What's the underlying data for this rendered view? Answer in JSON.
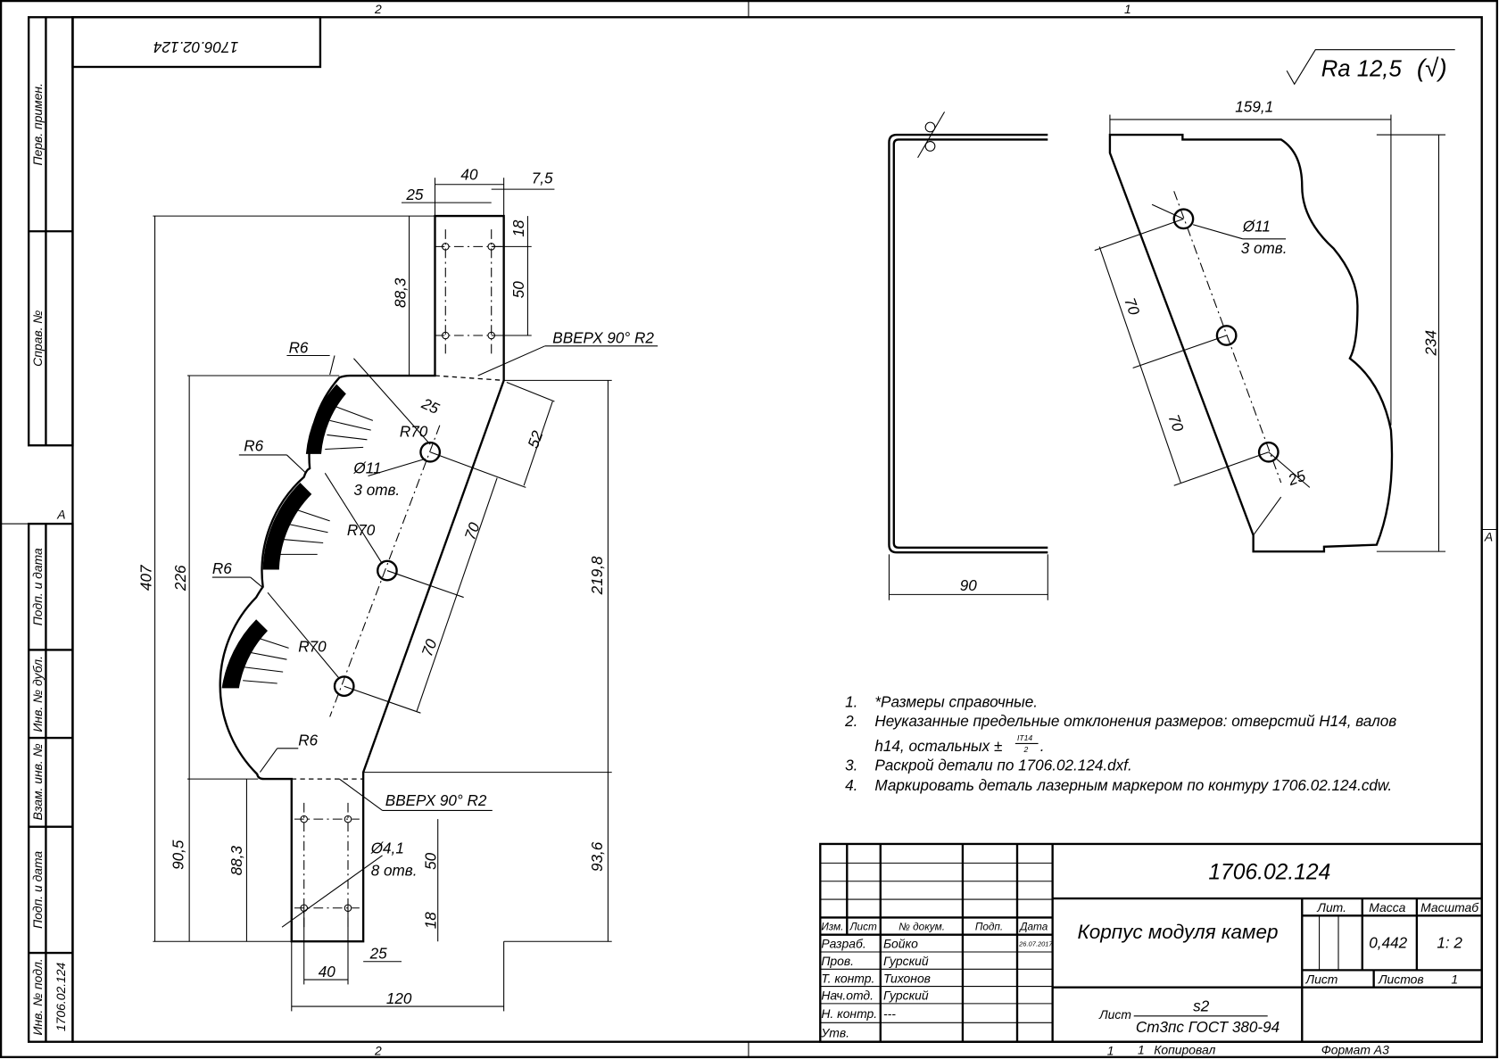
{
  "zones": {
    "top_left": "2",
    "top_right": "1",
    "bottom_left": "2",
    "bottom_right": "1",
    "left_row": "A",
    "right_row": "A"
  },
  "top_stamp": "1706.02.124",
  "side_strip": [
    "Перв. примен.",
    "Справ. №",
    "Подп. и дата",
    "Инв. № дубл.",
    "Взам. инв. №",
    "Подп. и дата",
    "Инв. № подл.",
    "1706.02.124"
  ],
  "roughness": "Ra 12,5",
  "dims": [
    "40",
    "7,5",
    "25",
    "18",
    "50",
    "88,3",
    "R6",
    "ВВЕРХ 90° R2",
    "R70",
    "25",
    "52",
    "Ø11",
    "3 отв.",
    "407",
    "226",
    "219,8",
    "70",
    "70",
    "R6",
    "R70",
    "R6",
    "R70",
    "R6",
    "ВВЕРХ 90° R2",
    "Ø4,1",
    "8 отв.",
    "50",
    "90,5",
    "88,3",
    "93,6",
    "18",
    "25",
    "40",
    "120",
    "159,1",
    "Ø11",
    "3 отв.",
    "70",
    "70",
    "234",
    "25",
    "90"
  ],
  "notes": [
    {
      "num": "1.",
      "text": "*Размеры справочные."
    },
    {
      "num": "2.",
      "text": "Неуказанные предельные отклонения размеров: отверстий H14, валов"
    },
    {
      "num": "",
      "text": "h14, остальных ±"
    },
    {
      "num": "3.",
      "text": "Раскрой детали по 1706.02.124.dxf."
    },
    {
      "num": "4.",
      "text": "Маркировать деталь лазерным маркером по контуру 1706.02.124.cdw."
    }
  ],
  "tolerance": {
    "numerator": "IT14",
    "denominator": "2"
  },
  "title_block": {
    "designation": "1706.02.124",
    "name": "Корпус модуля камер",
    "headers": [
      "Изм.",
      "Лист",
      "№ докум.",
      "Подп.",
      "Дата"
    ],
    "roles": [
      {
        "role": "Разраб.",
        "name": "Бойко",
        "date": "26.07.2017"
      },
      {
        "role": "Пров.",
        "name": "Гурский",
        "date": ""
      },
      {
        "role": "Т. контр.",
        "name": "Тихонов",
        "date": ""
      },
      {
        "role": "Нач.отд.",
        "name": "Гурский",
        "date": ""
      },
      {
        "role": "Н. контр.",
        "name": "---",
        "date": ""
      },
      {
        "role": "Утв.",
        "name": "",
        "date": ""
      }
    ],
    "lit_label": "Лит.",
    "mass_label": "Масса",
    "scale_label": "Масштаб",
    "mass": "0,442",
    "scale": "1: 2",
    "sheet_label": "Лист",
    "sheets_label": "Листов",
    "sheets": "1",
    "material_prefix": "Лист",
    "material_top": "s2",
    "material_bottom": "Ст3пс ГОСТ 380-94",
    "copied": "Копировал",
    "copied_num": "1",
    "format": "Формат А3"
  }
}
